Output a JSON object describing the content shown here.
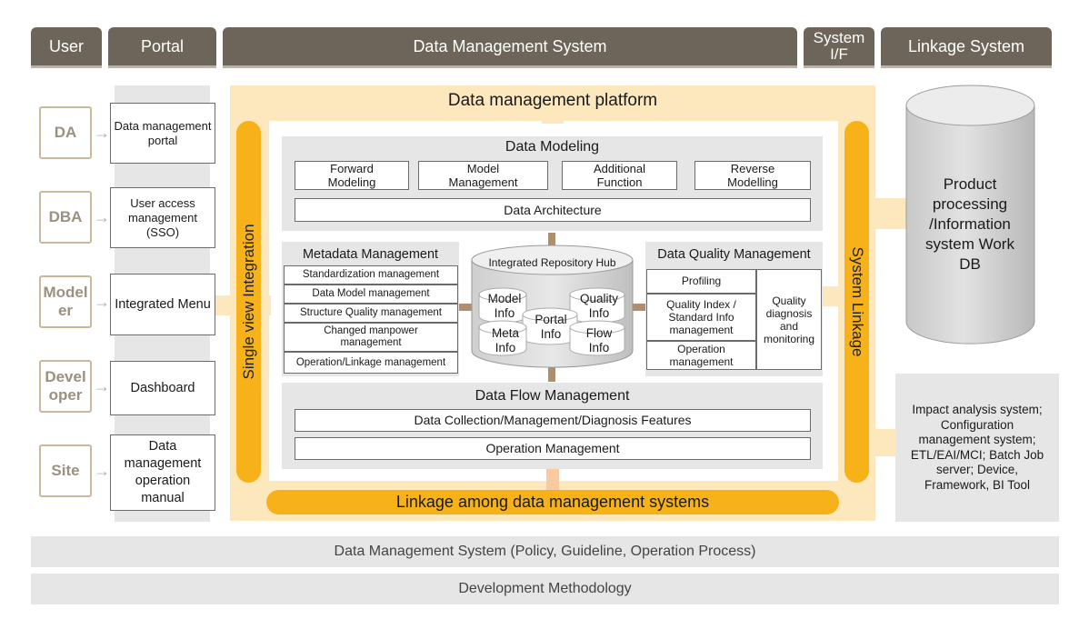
{
  "headers": {
    "user": "User",
    "portal": "Portal",
    "dms": "Data Management System",
    "system_if": "System I/F",
    "linkage": "Linkage System"
  },
  "roles": [
    "DA",
    "DBA",
    "Model er",
    "Devel oper",
    "Site"
  ],
  "portal_items": [
    "Data management portal",
    "User access management (SSO)",
    "Integrated Menu",
    "Dashboard",
    "Data management operation manual"
  ],
  "platform": {
    "title": "Data management platform",
    "left_vertical": "Single view Integration",
    "right_vertical": "System Linkage",
    "bottom_bar": "Linkage among data management systems"
  },
  "modeling": {
    "title": "Data Modeling",
    "items": [
      "Forward Modeling",
      "Model Management",
      "Additional Function",
      "Reverse Modelling"
    ],
    "architecture": "Data Architecture"
  },
  "metadata": {
    "title": "Metadata Management",
    "items": [
      "Standardization management",
      "Data Model management",
      "Structure Quality management",
      "Changed manpower management",
      "Operation/Linkage management"
    ]
  },
  "hub": {
    "title": "Integrated Repository Hub",
    "model": "Model Info",
    "quality": "Quality Info",
    "portal": "Portal Info",
    "meta": "Meta Info",
    "flow": "Flow Info"
  },
  "dq": {
    "title": "Data Quality Management",
    "profiling": "Profiling",
    "quality_index": "Quality Index / Standard Info management",
    "operation": "Operation management",
    "diagnosis": "Quality diagnosis and monitoring"
  },
  "flow": {
    "title": "Data Flow Management",
    "item1": "Data Collection/Management/Diagnosis Features",
    "item2": "Operation Management"
  },
  "work_db": "Product processing /Information system Work DB",
  "linkage_list": "Impact analysis system; Configuration management system; ETL/EAI/MCI; Batch Job server; Device, Framework, BI Tool",
  "footer": {
    "system": "Data Management System (Policy, Guideline, Operation Process)",
    "methodology": "Development Methodology"
  }
}
